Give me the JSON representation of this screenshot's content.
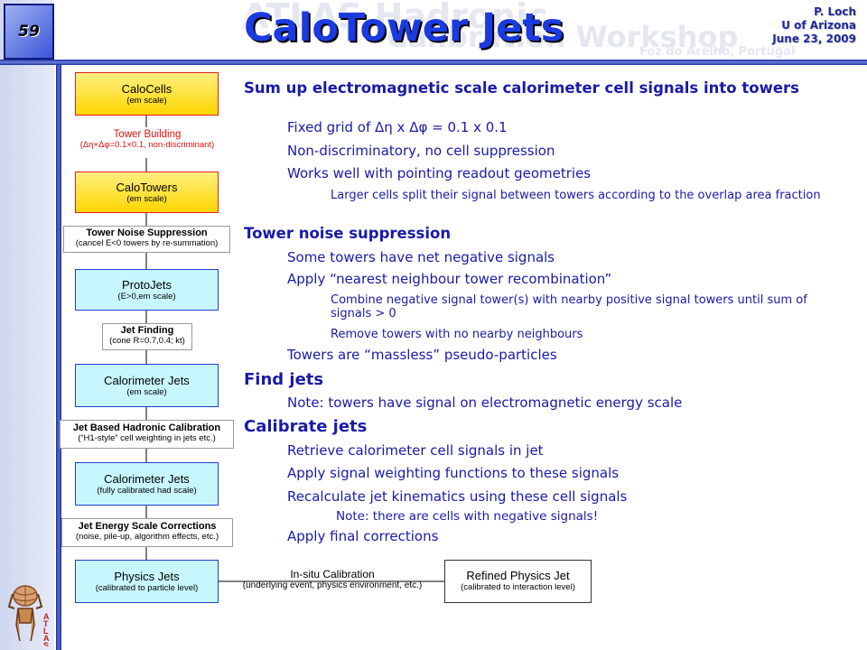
{
  "slide": {
    "number": "59",
    "title": "CaloTower Jets",
    "author": [
      "P. Loch",
      "U of Arizona",
      "June 23, 2009"
    ],
    "background_text": [
      "ATLAS Hadronic",
      "Calibration Workshop",
      "Foz do Arelho, Portugal"
    ],
    "logo_text": "ATLAS"
  },
  "flowchart": {
    "boxes": [
      {
        "title": "CaloCells",
        "sub": "(em scale)"
      },
      {
        "title": "CaloTowers",
        "sub": "(em scale)"
      },
      {
        "title": "ProtoJets",
        "sub": "(E>0,em scale)"
      },
      {
        "title": "Calorimeter Jets",
        "sub": "(em scale)"
      },
      {
        "title": "Calorimeter Jets",
        "sub": "(fully calibrated had scale)"
      },
      {
        "title": "Physics Jets",
        "sub": "(calibrated to particle level)"
      },
      {
        "title": "Refined Physics Jet",
        "sub": "(calibrated to interaction level)"
      }
    ],
    "labels": [
      {
        "title": "Tower Building",
        "sub": "(Δη×Δφ=0.1×0.1, non-discriminant)"
      },
      {
        "title": "Tower Noise Suppression",
        "sub": "(cancel E<0 towers by re-summation)"
      },
      {
        "title": "Jet Finding",
        "sub": "(cone R=0.7,0.4; kt)"
      },
      {
        "title": "Jet Based Hadronic Calibration",
        "sub": "(“H1-style” cell weighting in jets etc.)"
      },
      {
        "title": "Jet Energy Scale Corrections",
        "sub": "(noise, pile-up, algorithm effects, etc.)"
      },
      {
        "title": "In-situ Calibration",
        "sub": "(underlying event, physics environment, etc.)"
      }
    ]
  },
  "content": {
    "sum_up": "Sum up electromagnetic scale calorimeter cell signals into towers",
    "fixed_grid": "Fixed grid of Δη x Δφ = 0.1 x 0.1",
    "non_disc": "Non-discriminatory, no cell suppression",
    "works_well": "Works well with pointing readout geometries",
    "larger_cells": "Larger cells split their signal between towers according to the overlap area fraction",
    "tower_noise": "Tower noise suppression",
    "some_towers": "Some towers have net negative signals",
    "apply_nearest": "Apply “nearest neighbour tower recombination”",
    "combine": "Combine negative signal tower(s) with nearby positive signal towers until sum of signals > 0",
    "remove": "Remove towers with no nearby neighbours",
    "massless": "Towers are “massless” pseudo-particles",
    "find_jets": "Find jets",
    "note_towers": "Note: towers have signal on electromagnetic energy scale",
    "calibrate_jets": "Calibrate jets",
    "retrieve": "Retrieve calorimeter cell signals in jet",
    "apply_weighting": "Apply signal weighting functions to these signals",
    "recalculate": "Recalculate jet kinematics using these cell signals",
    "note_negative": "Note: there are cells with negative signals!",
    "apply_final": "Apply final corrections"
  },
  "colors": {
    "title": "#1b3be0",
    "text": "#1a1aa8",
    "box_yellow": "#ffd500",
    "box_cyan": "#c8f6ff",
    "accent_red": "#e01010",
    "frame_blue": "#1a2fa0"
  }
}
